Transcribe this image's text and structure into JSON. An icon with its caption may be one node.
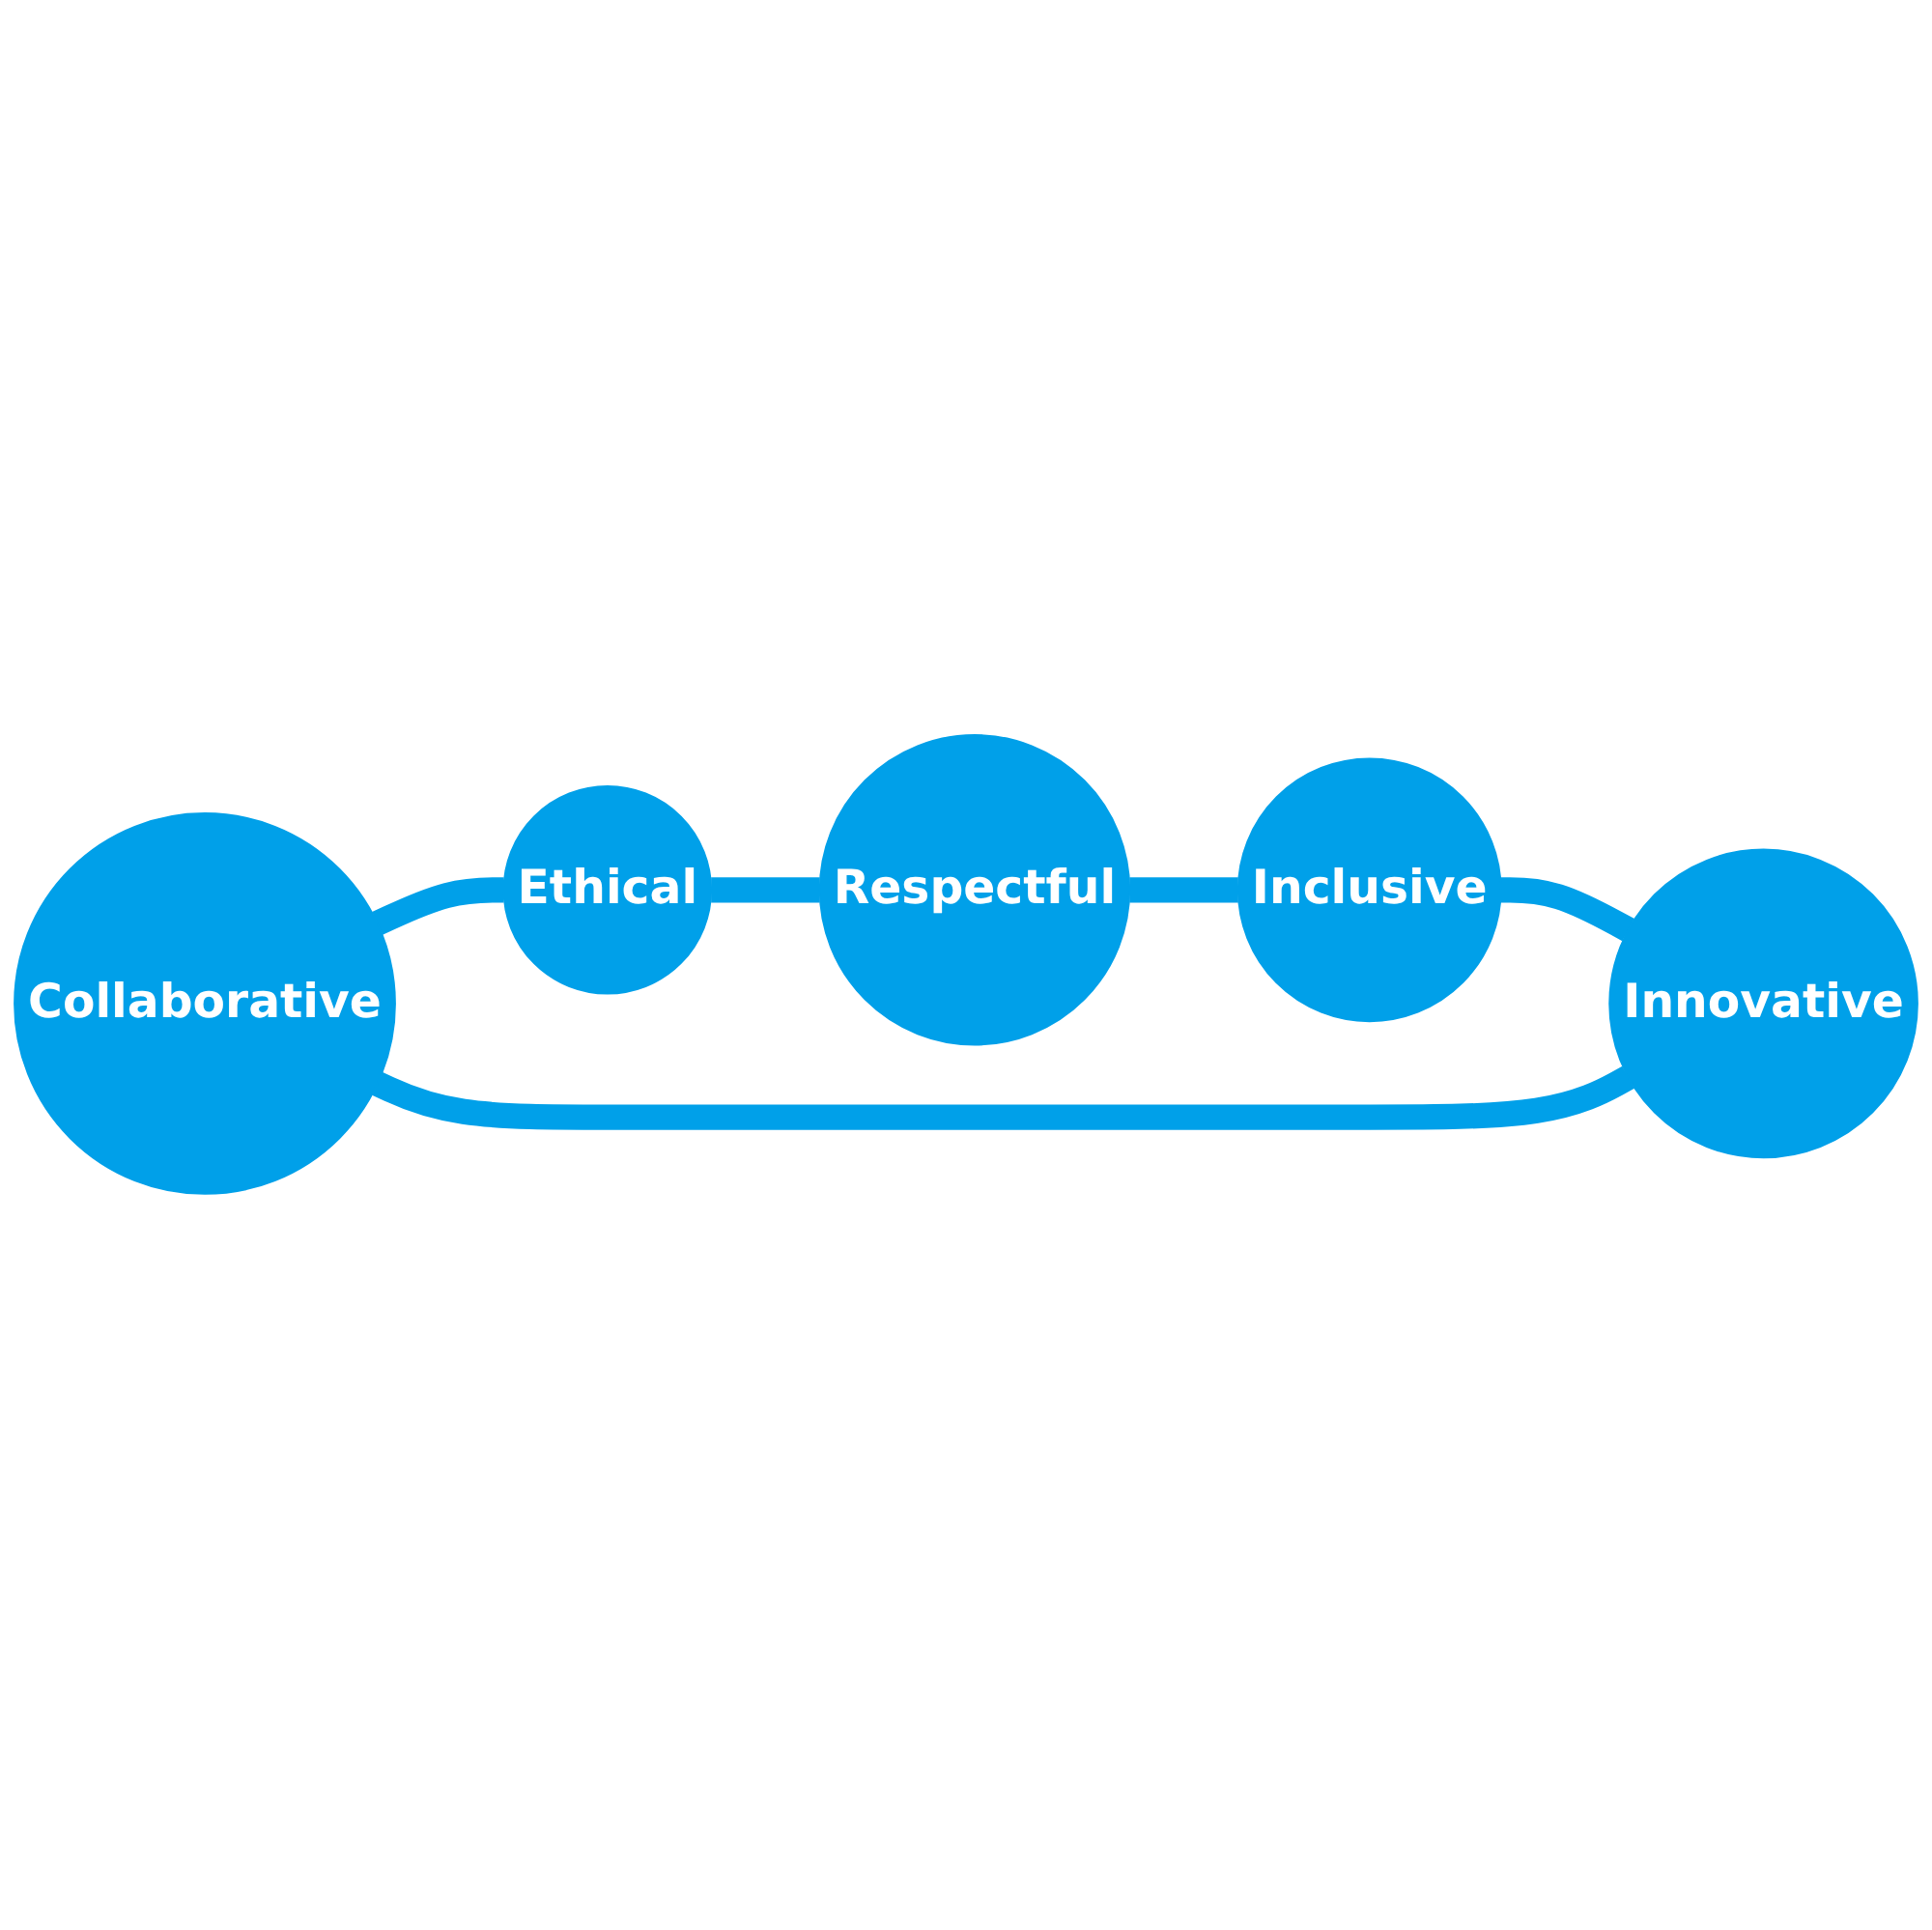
{
  "diagram": {
    "nodes": [
      {
        "text": [
          "Collaborative"
        ]
      },
      {
        "text": [
          "Innovative"
        ]
      },
      {
        "text": [
          "Ethical"
        ]
      },
      {
        "text": [
          "Inclusive"
        ]
      },
      {
        "text": [
          "Respectful"
        ]
      }
    ],
    "edges": [
      {
        "from": 0,
        "to": 2,
        "arrow": "none"
      },
      {
        "from": 2,
        "to": 4,
        "arrow": "none"
      },
      {
        "from": 4,
        "to": 3,
        "arrow": "none"
      },
      {
        "from": 3,
        "to": 1,
        "arrow": "none"
      },
      {
        "from": 1,
        "to": 0,
        "arrow": "none"
      }
    ]
  }
}
